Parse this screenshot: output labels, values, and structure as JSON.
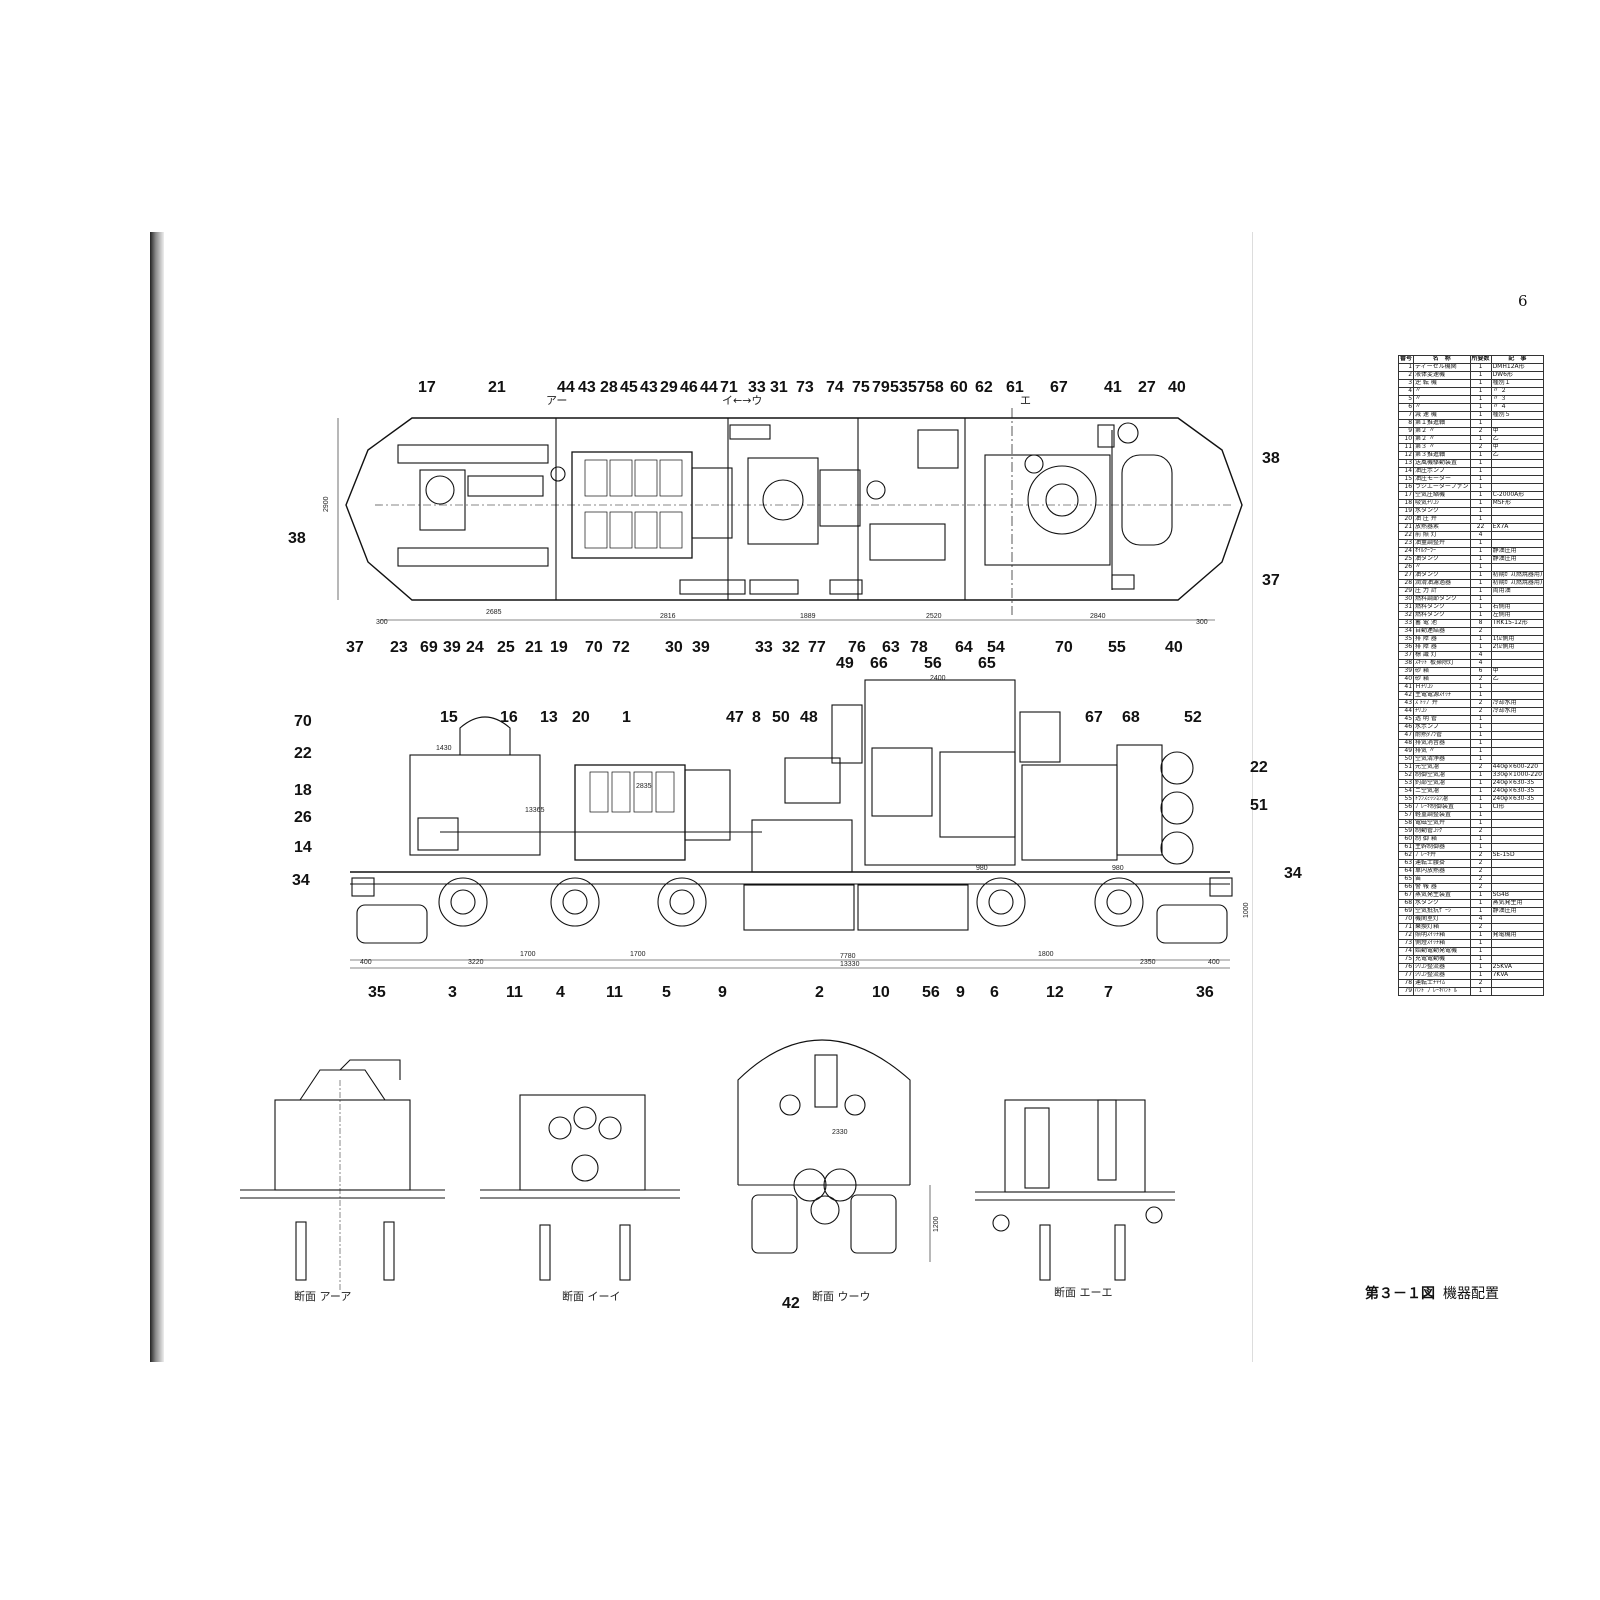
{
  "page": {
    "number": "6"
  },
  "caption": {
    "figure": "第３－１図",
    "title": "機器配置"
  },
  "sections": [
    {
      "id": "a",
      "label": "断面 アーア"
    },
    {
      "id": "b",
      "label": "断面 イーイ"
    },
    {
      "id": "c",
      "label": "断面 ウーウ"
    },
    {
      "id": "d",
      "label": "断面 エーエ"
    }
  ],
  "section_marks": {
    "a": "アー",
    "b": "イ←→ウ",
    "e": "エ"
  },
  "plan_callouts_top": [
    "17",
    "21",
    "44",
    "43",
    "28",
    "45",
    "43",
    "29",
    "46",
    "44",
    "71",
    "33",
    "31",
    "73",
    "74",
    "75",
    "79",
    "53",
    "57",
    "58",
    "60",
    "62",
    "61",
    "67",
    "41",
    "27",
    "40"
  ],
  "plan_callouts_bottom": [
    "37",
    "23",
    "69",
    "39",
    "24",
    "25",
    "21",
    "19",
    "70",
    "72",
    "30",
    "39",
    "33",
    "32",
    "77",
    "76",
    "63",
    "78",
    "64",
    "54",
    "70",
    "55",
    "40"
  ],
  "plan_callouts_side": [
    "38",
    "38",
    "37"
  ],
  "side_callouts_top": [
    "70",
    "22",
    "18",
    "26",
    "14",
    "15",
    "16",
    "13",
    "20",
    "1",
    "47",
    "8",
    "50",
    "48",
    "49",
    "66",
    "56",
    "65",
    "67",
    "68",
    "52",
    "22",
    "51",
    "34",
    "34"
  ],
  "side_callouts_bottom": [
    "35",
    "3",
    "11",
    "4",
    "11",
    "5",
    "9",
    "2",
    "10",
    "56",
    "9",
    "6",
    "12",
    "7",
    "36"
  ],
  "section_callout": "42",
  "dimensions": {
    "plan": [
      "2900",
      "300",
      "2685",
      "2816",
      "1889",
      "2520",
      "2840",
      "300"
    ],
    "side": [
      "1430",
      "13365",
      "2835",
      "2400",
      "980",
      "400",
      "3220",
      "1700",
      "1700",
      "7780",
      "13330",
      "1800",
      "2350",
      "400",
      "980",
      "1000",
      "1200",
      "2330"
    ]
  },
  "parts_table": {
    "headers": [
      "番号",
      "名　称",
      "所要数",
      "記　事"
    ],
    "rows": [
      [
        "1",
        "ディーゼル機関",
        "1",
        "DMH12A形"
      ],
      [
        "2",
        "液体変速機",
        "1",
        "DW6形"
      ],
      [
        "3",
        "逆 転 機",
        "1",
        "種別１"
      ],
      [
        "4",
        "〃",
        "1",
        "〃 ２"
      ],
      [
        "5",
        "〃",
        "1",
        "〃 ３"
      ],
      [
        "6",
        "〃",
        "1",
        "〃 ４"
      ],
      [
        "7",
        "減 速 機",
        "1",
        "種別５"
      ],
      [
        "8",
        "第１推進軸",
        "1",
        ""
      ],
      [
        "9",
        "第２ 〃",
        "2",
        "甲"
      ],
      [
        "10",
        "第２ 〃",
        "1",
        "乙"
      ],
      [
        "11",
        "第３ 〃",
        "2",
        "甲"
      ],
      [
        "12",
        "第３推進軸",
        "1",
        "乙"
      ],
      [
        "13",
        "送風機駆動装置",
        "1",
        ""
      ],
      [
        "14",
        "油圧ポンプ",
        "1",
        ""
      ],
      [
        "15",
        "油圧モーター",
        "1",
        ""
      ],
      [
        "16",
        "ラジエーターファン",
        "1",
        ""
      ],
      [
        "17",
        "空気圧縮機",
        "1",
        "C-2000A形"
      ],
      [
        "18",
        "吸気ﾁﾘｺｼ",
        "1",
        "MSF形"
      ],
      [
        "19",
        "水タンク",
        "1",
        ""
      ],
      [
        "20",
        "油 圧 弁",
        "1",
        ""
      ],
      [
        "21",
        "放熱器素",
        "22",
        "EX7A"
      ],
      [
        "22",
        "前 照 灯",
        "4",
        ""
      ],
      [
        "23",
        "油量調整弁",
        "1",
        ""
      ],
      [
        "24",
        "ｵｲﾙｸｰﾗｰ",
        "1",
        "静油圧用"
      ],
      [
        "25",
        "油タンク",
        "1",
        "静油圧用"
      ],
      [
        "26",
        "〃",
        "1",
        ""
      ],
      [
        "27",
        "油タンク",
        "1",
        "初期ｶﾞｽ(燃焼器用)"
      ],
      [
        "28",
        "潤滑油濾過器",
        "1",
        "初期ｶﾞｽ(燃焼器用)"
      ],
      [
        "29",
        "圧 力 計",
        "1",
        "両用油"
      ],
      [
        "30",
        "燃料調節タンク",
        "1",
        ""
      ],
      [
        "31",
        "燃料タンク",
        "1",
        "右側用"
      ],
      [
        "32",
        "燃料タンク",
        "1",
        "左側用"
      ],
      [
        "33",
        "蓄 電 池",
        "8",
        "TRK15-12形"
      ],
      [
        "34",
        "自動連結器",
        "2",
        ""
      ],
      [
        "35",
        "排 障 器",
        "1",
        "1位側用"
      ],
      [
        "36",
        "排 障 器",
        "1",
        "2位側用"
      ],
      [
        "37",
        "標 識 灯",
        "4",
        ""
      ],
      [
        "38",
        "ｽｷｯﾄﾞ板掃除灯",
        "4",
        ""
      ],
      [
        "39",
        "砂 箱",
        "6",
        "甲"
      ],
      [
        "40",
        "砂 箱",
        "2",
        "乙"
      ],
      [
        "41",
        "Ｈﾁﾘｺｼ",
        "1",
        ""
      ],
      [
        "42",
        "主電電源ｽｲｯﾁ",
        "1",
        ""
      ],
      [
        "43",
        "ｽ ﾄｯﾌﾟ弁",
        "2",
        "冷却水用"
      ],
      [
        "44",
        "ﾁﾘｺｼ",
        "2",
        "冷却水用"
      ],
      [
        "45",
        "透 明 管",
        "1",
        ""
      ],
      [
        "46",
        "水ポンプ",
        "1",
        ""
      ],
      [
        "47",
        "耐熱ﾀﾌﾗ管",
        "1",
        ""
      ],
      [
        "48",
        "排気消音器",
        "1",
        ""
      ],
      [
        "49",
        "排気 〃",
        "1",
        ""
      ],
      [
        "50",
        "空気清浄器",
        "1",
        ""
      ],
      [
        "51",
        "元空気溜",
        "2",
        "440φ×600-220"
      ],
      [
        "52",
        "制御空気溜",
        "1",
        "330φ×1000-220"
      ],
      [
        "53",
        "釣部空気溜",
        "1",
        "240φ×630-35"
      ],
      [
        "54",
        "ニ空気溜",
        "1",
        "240φ×630-35"
      ],
      [
        "55",
        "ﾄﾗﾝｽﾐｯｼｮﾝ溜",
        "1",
        "240φ×630-35"
      ],
      [
        "56",
        "ﾌﾞﾚｰｷ制御装置",
        "1",
        "CI形"
      ],
      [
        "57",
        "軽重調整装置",
        "1",
        ""
      ],
      [
        "58",
        "電磁空気弁",
        "1",
        ""
      ],
      [
        "59",
        "制動管ｺｯｸ",
        "2",
        ""
      ],
      [
        "60",
        "制 御 箱",
        "1",
        ""
      ],
      [
        "61",
        "主幹制御器",
        "1",
        ""
      ],
      [
        "62",
        "ﾌﾞﾚｰｷ弁",
        "2",
        "SE-15D"
      ],
      [
        "63",
        "運転士腰掛",
        "2",
        ""
      ],
      [
        "64",
        "車内放熱器",
        "2",
        ""
      ],
      [
        "65",
        "笛",
        "2",
        ""
      ],
      [
        "66",
        "警 報 器",
        "2",
        ""
      ],
      [
        "67",
        "蒸気発生装置",
        "1",
        "SG4B"
      ],
      [
        "68",
        "水タンク",
        "1",
        "蒸気発生用"
      ],
      [
        "69",
        "空気抵抗ｹﾞｰｼﾞ",
        "1",
        "静油圧用"
      ],
      [
        "70",
        "機関室灯",
        "4",
        ""
      ],
      [
        "71",
        "乗換灯箱",
        "2",
        ""
      ],
      [
        "72",
        "照明ｽｲｯﾁ箱",
        "1",
        "発電機用"
      ],
      [
        "73",
        "側燈ｽｲｯﾁ箱",
        "1",
        ""
      ],
      [
        "74",
        "始動電動発電機",
        "1",
        ""
      ],
      [
        "75",
        "充電電動機",
        "1",
        ""
      ],
      [
        "76",
        "ｼﾘｺﾝ整流器",
        "1",
        "25KVA"
      ],
      [
        "77",
        "ｼﾘｺﾝ整流器",
        "1",
        "7KVA"
      ],
      [
        "78",
        "運転士ﾁｬｲﾑ",
        "2",
        ""
      ],
      [
        "79",
        "ﾊﾝﾄﾞﾌﾞﾚｰｷﾊﾝﾄﾞﾙ",
        "1",
        ""
      ]
    ]
  }
}
